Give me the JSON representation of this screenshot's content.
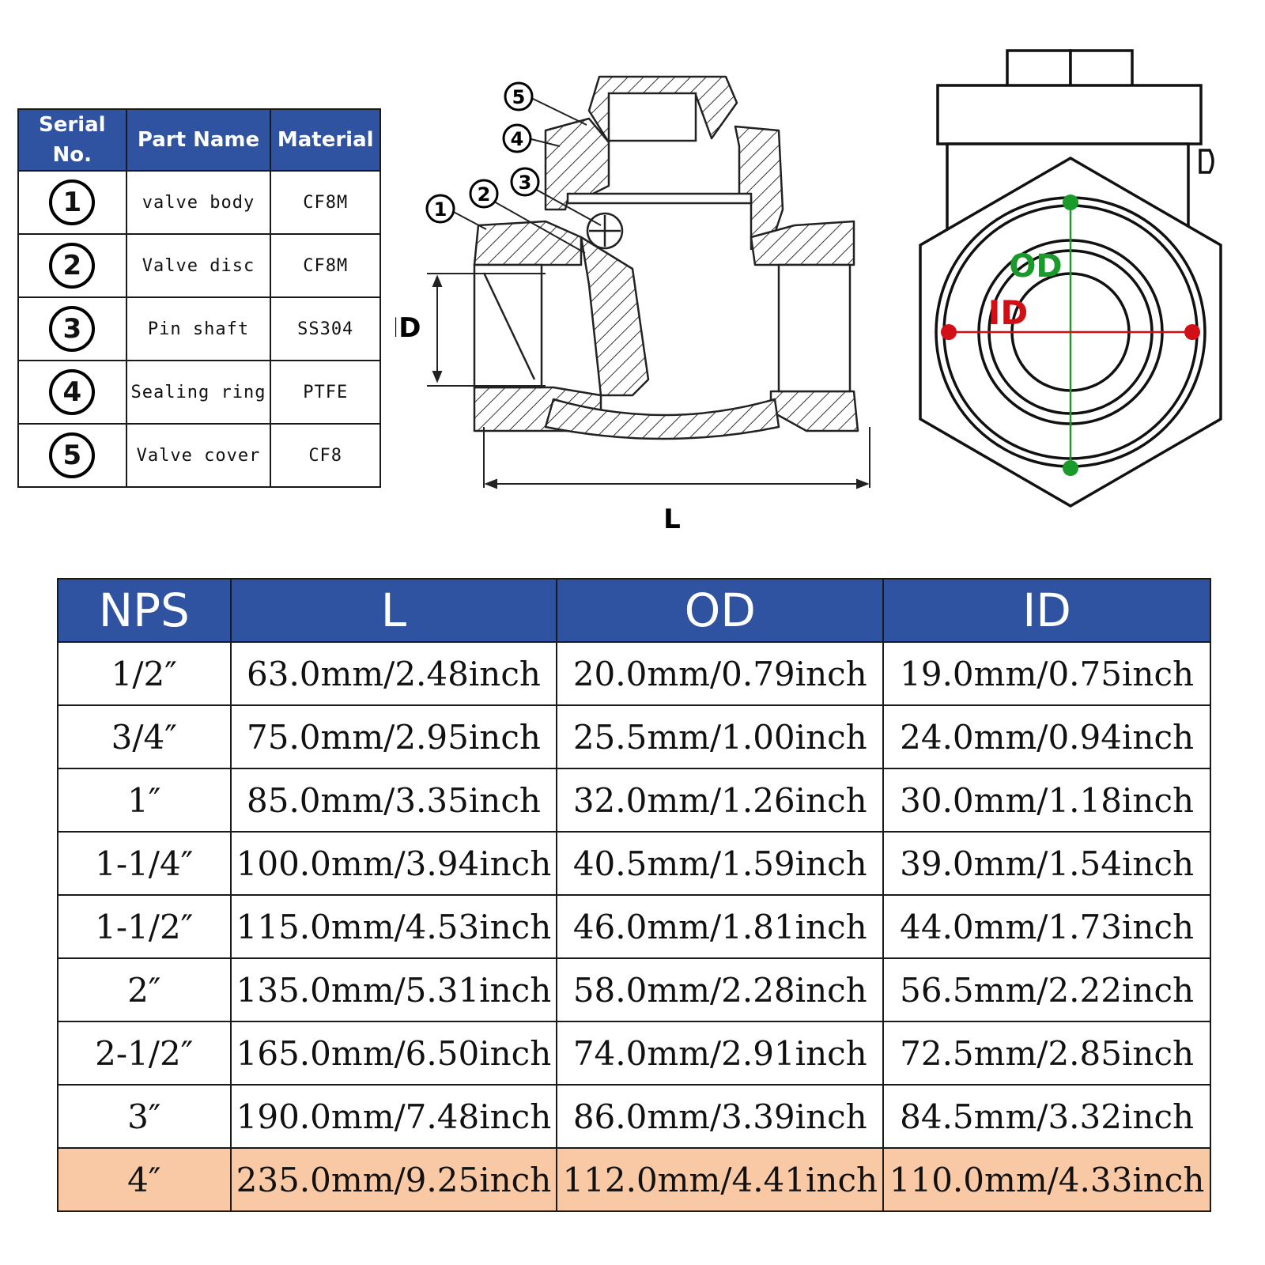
{
  "parts_table": {
    "headers": {
      "serial": "Serial No.",
      "part": "Part Name",
      "material": "Material"
    },
    "rows": [
      {
        "serial": "1",
        "part": "valve body",
        "material": "CF8M"
      },
      {
        "serial": "2",
        "part": "Valve disc",
        "material": "CF8M"
      },
      {
        "serial": "3",
        "part": "Pin shaft",
        "material": "SS304"
      },
      {
        "serial": "4",
        "part": "Sealing ring",
        "material": "PTFE"
      },
      {
        "serial": "5",
        "part": "Valve cover",
        "material": "CF8"
      }
    ]
  },
  "section_drawing": {
    "callouts": [
      "1",
      "2",
      "3",
      "4",
      "5"
    ],
    "id_label": "ID",
    "l_label": "L"
  },
  "end_view": {
    "od_label": "OD",
    "id_label": "ID",
    "colors": {
      "od": "#1a9a2a",
      "id": "#d10f14"
    }
  },
  "spec_table": {
    "headers": [
      "NPS",
      "L",
      "OD",
      "ID"
    ],
    "rows": [
      {
        "nps": "1/2″",
        "l": "63.0mm/2.48inch",
        "od": "20.0mm/0.79inch",
        "id": "19.0mm/0.75inch"
      },
      {
        "nps": "3/4″",
        "l": "75.0mm/2.95inch",
        "od": "25.5mm/1.00inch",
        "id": "24.0mm/0.94inch"
      },
      {
        "nps": "1″",
        "l": "85.0mm/3.35inch",
        "od": "32.0mm/1.26inch",
        "id": "30.0mm/1.18inch"
      },
      {
        "nps": "1-1/4″",
        "l": "100.0mm/3.94inch",
        "od": "40.5mm/1.59inch",
        "id": "39.0mm/1.54inch"
      },
      {
        "nps": "1-1/2″",
        "l": "115.0mm/4.53inch",
        "od": "46.0mm/1.81inch",
        "id": "44.0mm/1.73inch"
      },
      {
        "nps": "2″",
        "l": "135.0mm/5.31inch",
        "od": "58.0mm/2.28inch",
        "id": "56.5mm/2.22inch"
      },
      {
        "nps": "2-1/2″",
        "l": "165.0mm/6.50inch",
        "od": "74.0mm/2.91inch",
        "id": "72.5mm/2.85inch"
      },
      {
        "nps": "3″",
        "l": "190.0mm/7.48inch",
        "od": "86.0mm/3.39inch",
        "id": "84.5mm/3.32inch"
      },
      {
        "nps": "4″",
        "l": "235.0mm/9.25inch",
        "od": "112.0mm/4.41inch",
        "id": "110.0mm/4.33inch"
      }
    ],
    "highlight_color": "#f9c9a5",
    "header_color": "#2f53a1"
  }
}
